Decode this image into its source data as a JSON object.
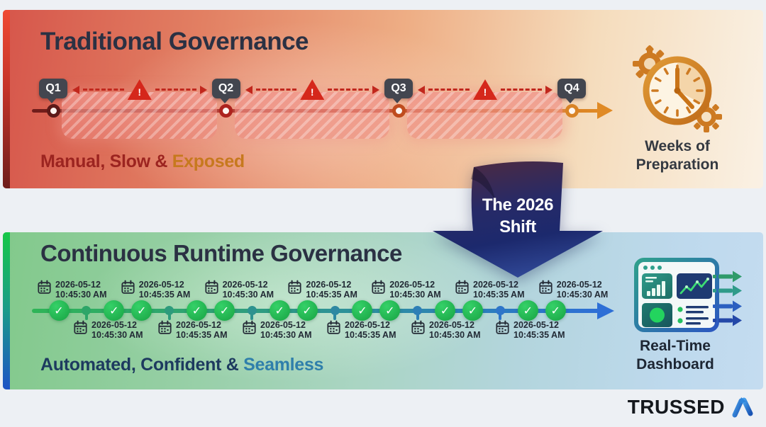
{
  "traditional": {
    "title": "Traditional Governance",
    "subtitle": {
      "part1": "Manual, Slow &",
      "part2": " Exposed"
    },
    "quarters": [
      "Q1",
      "Q2",
      "Q3",
      "Q4"
    ],
    "caption": {
      "line1": "Weeks of",
      "line2": "Preparation"
    }
  },
  "shift": {
    "line1": "The 2026",
    "line2": "Shift"
  },
  "continuous": {
    "title": "Continuous Runtime Governance",
    "subtitle": {
      "part1": "Automated, Confident &",
      "part2": " Seamless"
    },
    "caption": {
      "line1": "Real-Time",
      "line2": "Dashboard"
    },
    "timestamps_top": [
      {
        "date": "2026-05-12",
        "time": "10:45:30 AM"
      },
      {
        "date": "2026-05-12",
        "time": "10:45:35 AM"
      },
      {
        "date": "2026-05-12",
        "time": "10:45:30 AM"
      },
      {
        "date": "2026-05-12",
        "time": "10:45:35 AM"
      },
      {
        "date": "2026-05-12",
        "time": "10:45:30 AM"
      },
      {
        "date": "2026-05-12",
        "time": "10:45:35 AM"
      },
      {
        "date": "2026-05-12",
        "time": "10:45:30 AM"
      }
    ],
    "timestamps_bottom": [
      {
        "date": "2026-05-12",
        "time": "10:45:30 AM"
      },
      {
        "date": "2026-05-12",
        "time": "10:45:35 AM"
      },
      {
        "date": "2026-05-12",
        "time": "10:45:30 AM"
      },
      {
        "date": "2026-05-12",
        "time": "10:45:35 AM"
      },
      {
        "date": "2026-05-12",
        "time": "10:45:30 AM"
      },
      {
        "date": "2026-05-12",
        "time": "10:45:35 AM"
      }
    ],
    "checkpoints": [
      "check",
      "dot",
      "check",
      "check",
      "dot",
      "check",
      "check",
      "dot",
      "check",
      "check",
      "dot",
      "check",
      "check",
      "dot",
      "check",
      "check",
      "dot",
      "check",
      "check"
    ]
  },
  "footer": {
    "brand": "TRUSSED"
  },
  "icons": {
    "warning": "warning-triangle-icon",
    "calendar": "calendar-icon",
    "check": "check-circle-icon",
    "clock": "clock-gears-icon",
    "dashboard": "dashboard-window-icon",
    "logo": "trussed-logo-icon",
    "arrow": "shift-down-arrow"
  },
  "colors": {
    "panel_top_left": "#d6564b",
    "panel_top_right": "#faf1e4",
    "panel_bottom_left": "#82c98b",
    "panel_bottom_right": "#c4dcf0",
    "danger_red": "#d5271b",
    "timeline_orange": "#e08a25",
    "check_green": "#23c257",
    "timeline_blue": "#2e6fd6",
    "arrow_navy": "#1d2a6e",
    "badge_gray": "#43464f"
  }
}
